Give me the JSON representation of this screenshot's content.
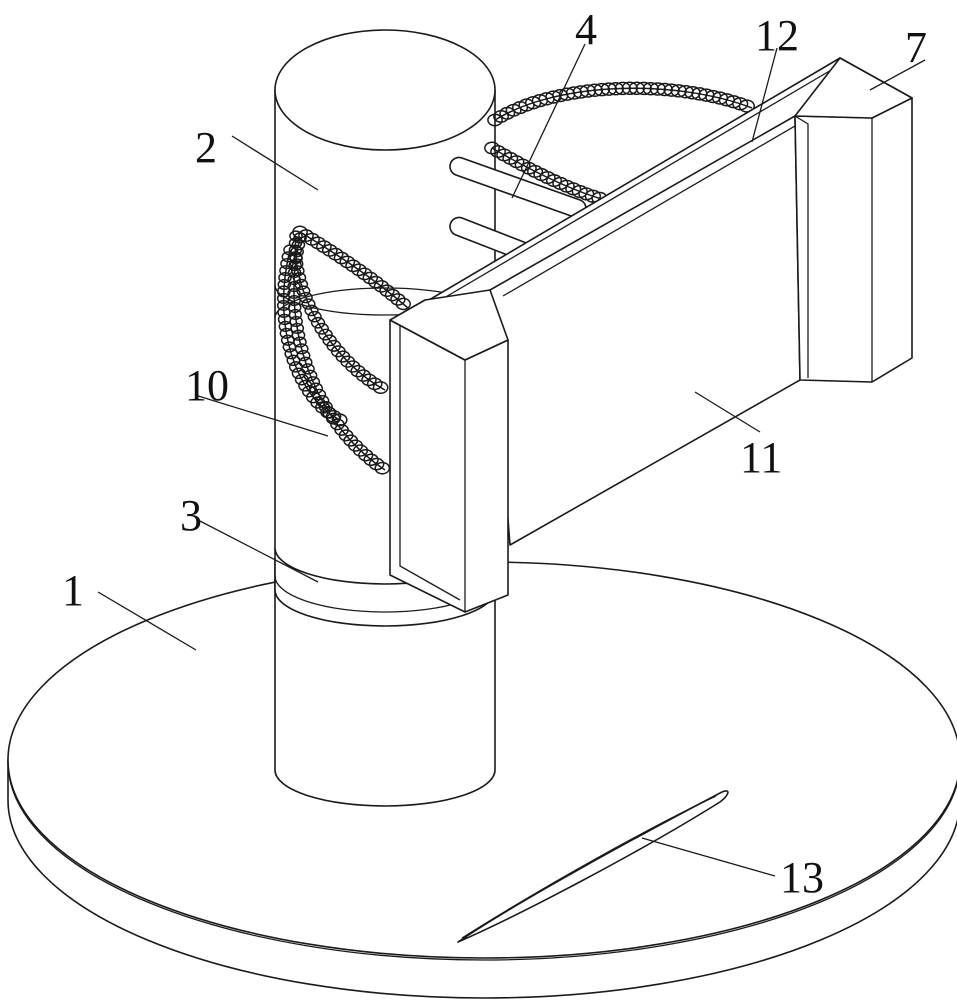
{
  "labels": [
    {
      "id": "1",
      "text": "1"
    },
    {
      "id": "2",
      "text": "2"
    },
    {
      "id": "3",
      "text": "3"
    },
    {
      "id": "4",
      "text": "4"
    },
    {
      "id": "7",
      "text": "7"
    },
    {
      "id": "10",
      "text": "10"
    },
    {
      "id": "11",
      "text": "11"
    },
    {
      "id": "12",
      "text": "12"
    },
    {
      "id": "13",
      "text": "13"
    }
  ]
}
